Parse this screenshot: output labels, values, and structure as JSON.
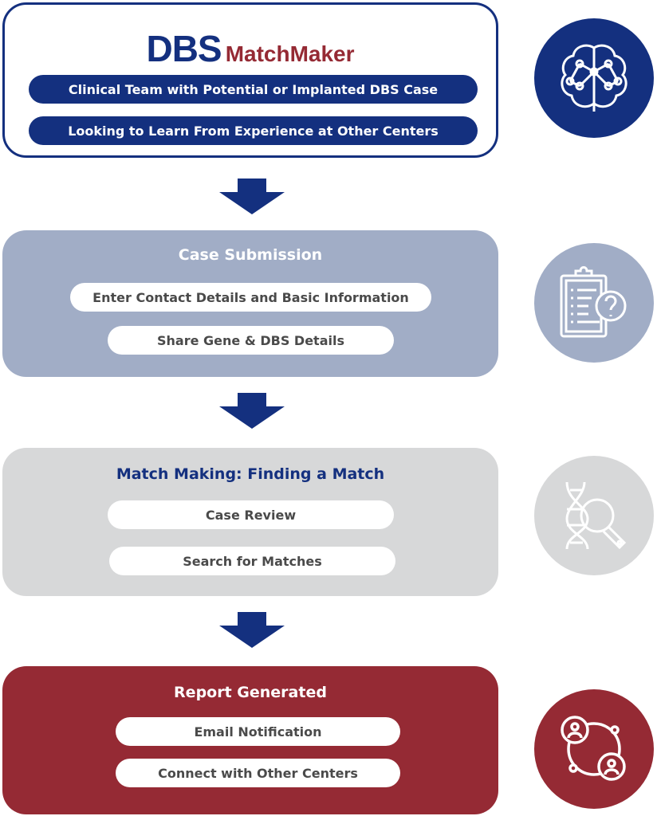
{
  "colors": {
    "navy": "#14307f",
    "slate": "#a1adc6",
    "gray": "#d7d8d9",
    "maroon": "#952a34"
  },
  "logo": {
    "dbs": "DBS",
    "matchmaker": "MatchMaker"
  },
  "intro": {
    "items": [
      "Clinical Team with Potential or Implanted DBS Case",
      "Looking to Learn From Experience at Other Centers"
    ],
    "icon": "brain-network-icon"
  },
  "submission": {
    "title": "Case Submission",
    "items": [
      "Enter Contact Details and Basic Information",
      "Share Gene & DBS Details"
    ],
    "icon": "clipboard-question-icon"
  },
  "matching": {
    "title": "Match Making: Finding a Match",
    "items": [
      "Case Review",
      "Search for Matches"
    ],
    "icon": "dna-search-icon"
  },
  "report": {
    "title": "Report Generated",
    "items": [
      "Email Notification",
      "Connect with Other Centers"
    ],
    "icon": "connected-users-icon"
  }
}
